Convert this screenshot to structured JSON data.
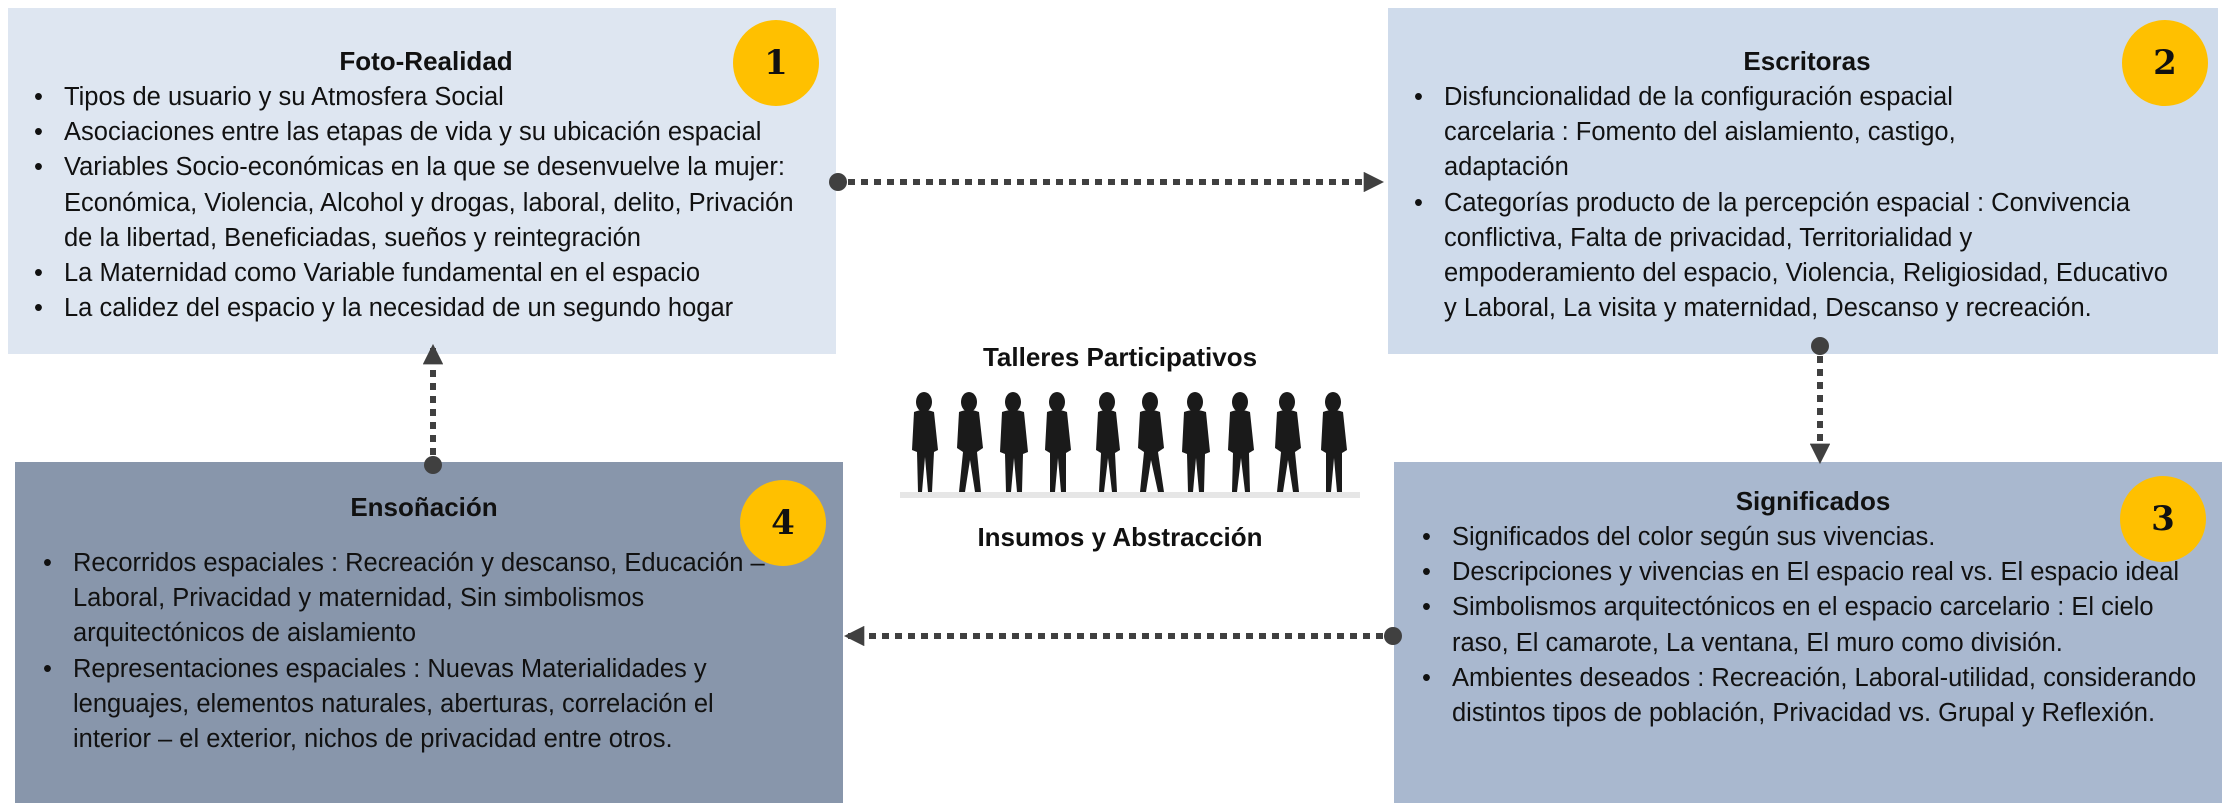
{
  "center": {
    "title": "Talleres Participativos",
    "subtitle": "Insumos y Abstracción"
  },
  "boxes": [
    {
      "id": "foto-realidad",
      "number": "1",
      "title": "Foto-Realidad",
      "items": [
        "Tipos de usuario y su Atmosfera Social",
        "Asociaciones entre las etapas de vida y su ubicación espacial",
        "Variables Socio-económicas en la que se desenvuelve la mujer: Económica, Violencia, Alcohol y drogas, laboral, delito, Privación de la libertad, Beneficiadas, sueños y reintegración",
        "La Maternidad como Variable fundamental en el espacio",
        "La calidez del espacio y la necesidad de un segundo hogar"
      ]
    },
    {
      "id": "escritoras",
      "number": "2",
      "title": "Escritoras",
      "items": [
        "Disfuncionalidad de la configuración espacial carcelaria : Fomento del aislamiento, castigo, adaptación",
        "Categorías producto de la percepción espacial : Convivencia conflictiva, Falta de privacidad, Territorialidad y empoderamiento del espacio, Violencia, Religiosidad, Educativo y Laboral, La visita y maternidad, Descanso y recreación."
      ]
    },
    {
      "id": "significados",
      "number": "3",
      "title": "Significados",
      "items": [
        "Significados del color según sus vivencias.",
        "Descripciones y vivencias en El espacio real vs. El espacio ideal",
        "Simbolismos arquitectónicos en el espacio carcelario : El cielo raso, El camarote, La ventana, El muro como  división.",
        "Ambientes deseados : Recreación, Laboral-utilidad, considerando distintos tipos de población, Privacidad vs. Grupal y Reflexión."
      ]
    },
    {
      "id": "ensonacion",
      "number": "4",
      "title": "Ensoñación",
      "items": [
        "Recorridos espaciales : Recreación y descanso, Educación – Laboral, Privacidad y maternidad, Sin simbolismos arquitectónicos de aislamiento",
        "Representaciones espaciales : Nuevas Materialidades y lenguajes, elementos naturales, aberturas, correlación el interior – el exterior, nichos de privacidad entre otros."
      ]
    }
  ],
  "colors": {
    "box1": "#dee6f1",
    "box2": "#cfdbeb",
    "box3": "#a9b8cf",
    "box4": "#8896ab",
    "badge": "#ffc000",
    "arrow": "#404040"
  }
}
